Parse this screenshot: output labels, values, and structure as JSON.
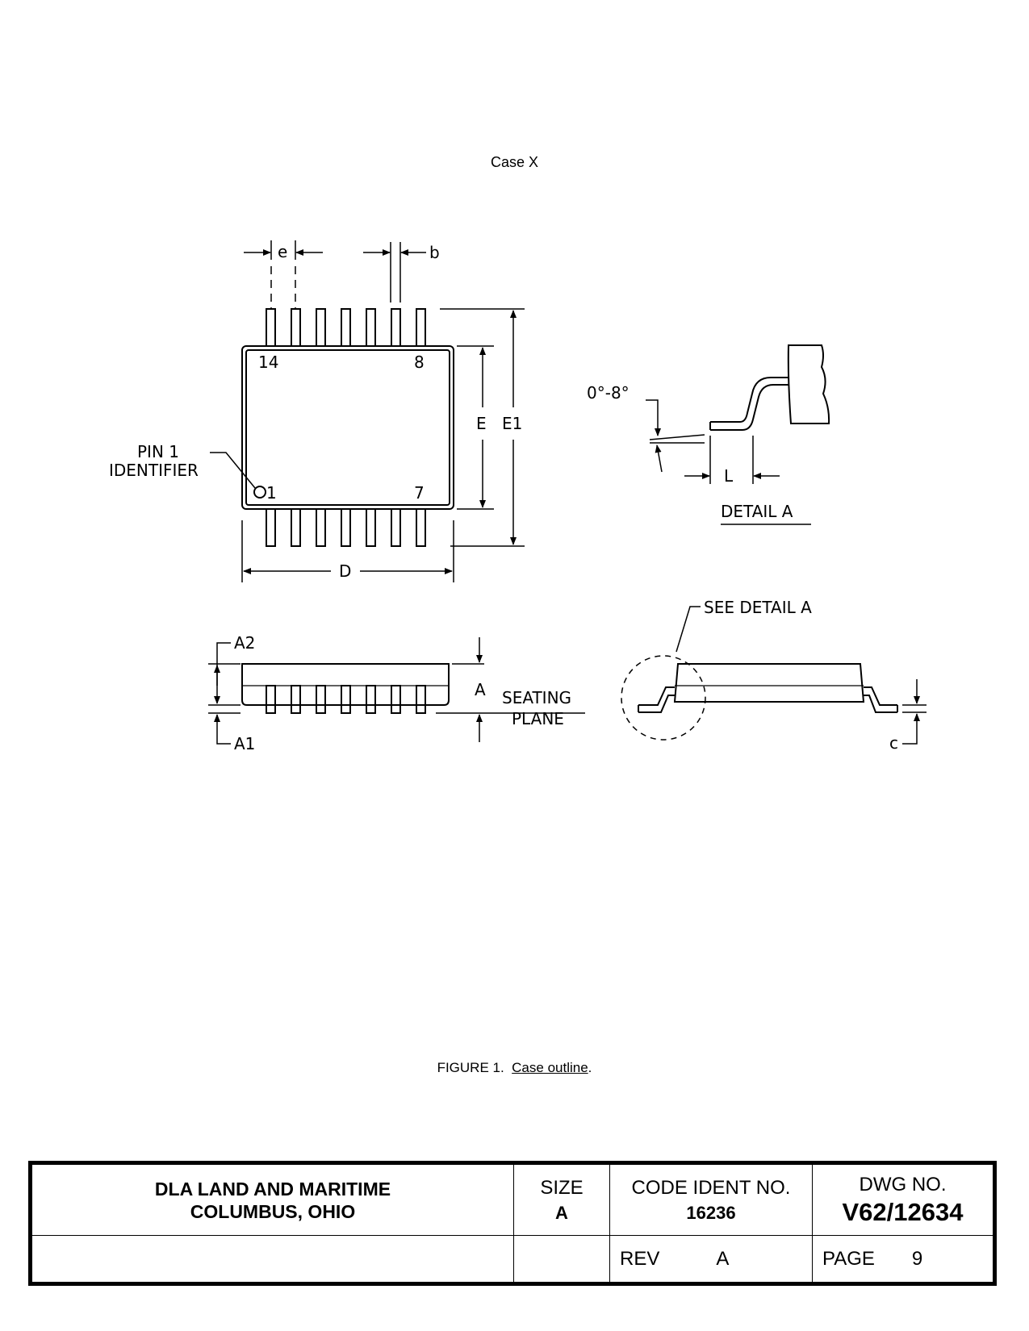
{
  "case_label": "Case X",
  "labels": {
    "e": "e",
    "b": "b",
    "pin14": "14",
    "pin8": "8",
    "pin1": "1",
    "pin7": "7",
    "E": "E",
    "E1": "E1",
    "D": "D",
    "pin1_id_line1": "PIN 1",
    "pin1_id_line2": "IDENTIFIER",
    "angle": "0°-8°",
    "L": "L",
    "detail_a": "DETAIL A",
    "see_detail_a": "SEE DETAIL A",
    "A2": "A2",
    "A1": "A1",
    "A": "A",
    "seating": "SEATING",
    "plane": "PLANE",
    "c": "c"
  },
  "caption": {
    "prefix": "FIGURE 1.",
    "title": "Case outline",
    "suffix": "."
  },
  "title_block": {
    "org_line1": "DLA LAND AND MARITIME",
    "org_line2": "COLUMBUS, OHIO",
    "size_label": "SIZE",
    "size_value": "A",
    "code_label": "CODE IDENT NO.",
    "code_value": "16236",
    "dwg_label": "DWG NO.",
    "dwg_value": "V62/12634",
    "rev_label": "REV",
    "rev_value": "A",
    "page_label": "PAGE",
    "page_value": "9"
  }
}
